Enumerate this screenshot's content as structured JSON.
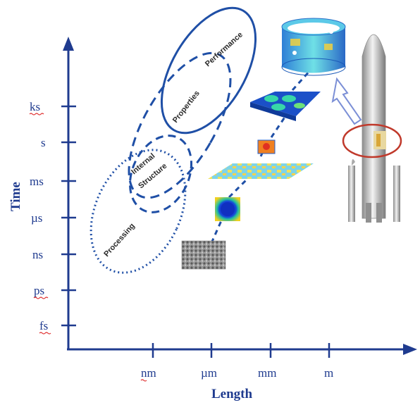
{
  "axes": {
    "y_title": "Time",
    "x_title": "Length",
    "y_ticks": [
      "ks",
      "s",
      "ms",
      "µs",
      "ns",
      "ps",
      "fs"
    ],
    "x_ticks": [
      "nm",
      "µm",
      "mm",
      "m"
    ],
    "axis_color": "#1f3b8f"
  },
  "regions": {
    "performance": "Performance",
    "properties": "Properties",
    "internal_structure_line1": "Internal",
    "internal_structure_line2": "Structure",
    "processing": "Processing"
  },
  "colors": {
    "ellipse": "#1f4fa6",
    "highlight_ring": "#c0392b",
    "rocket": "#c8c8c8"
  }
}
